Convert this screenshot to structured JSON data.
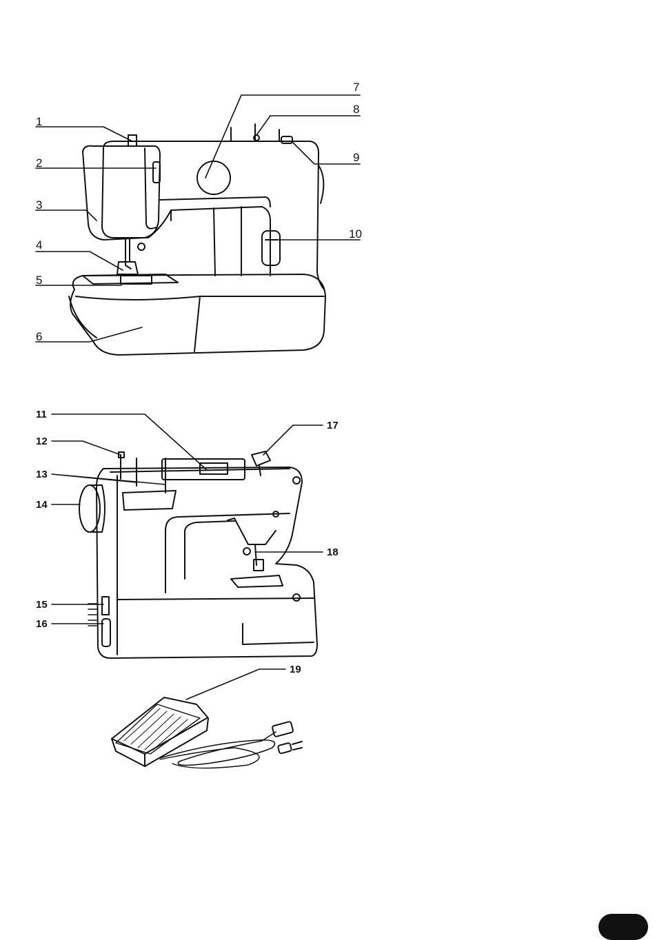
{
  "figure1": {
    "labels": [
      "1",
      "2",
      "3",
      "4",
      "5",
      "6",
      "7",
      "8",
      "9",
      "10"
    ]
  },
  "figure2": {
    "labels": [
      "11",
      "12",
      "13",
      "14",
      "15",
      "16",
      "17",
      "18",
      "19"
    ]
  },
  "colors": {
    "ink": "#111111",
    "paper": "#ffffff",
    "page_tab": "#111111"
  }
}
